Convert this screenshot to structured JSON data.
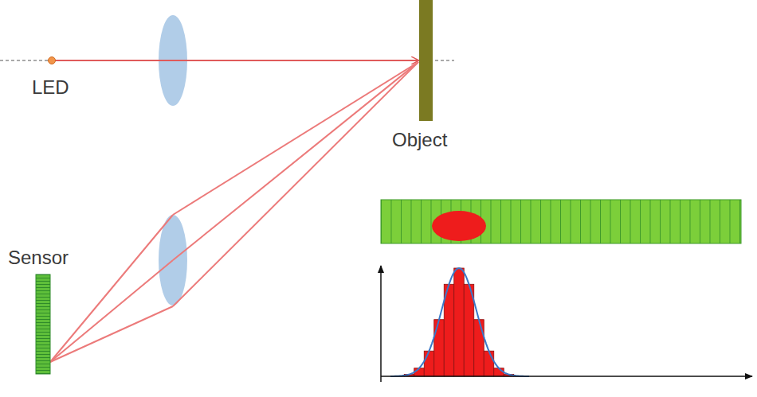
{
  "diagram": {
    "labels": [
      "LED",
      "Object",
      "Sensor"
    ]
  }
}
